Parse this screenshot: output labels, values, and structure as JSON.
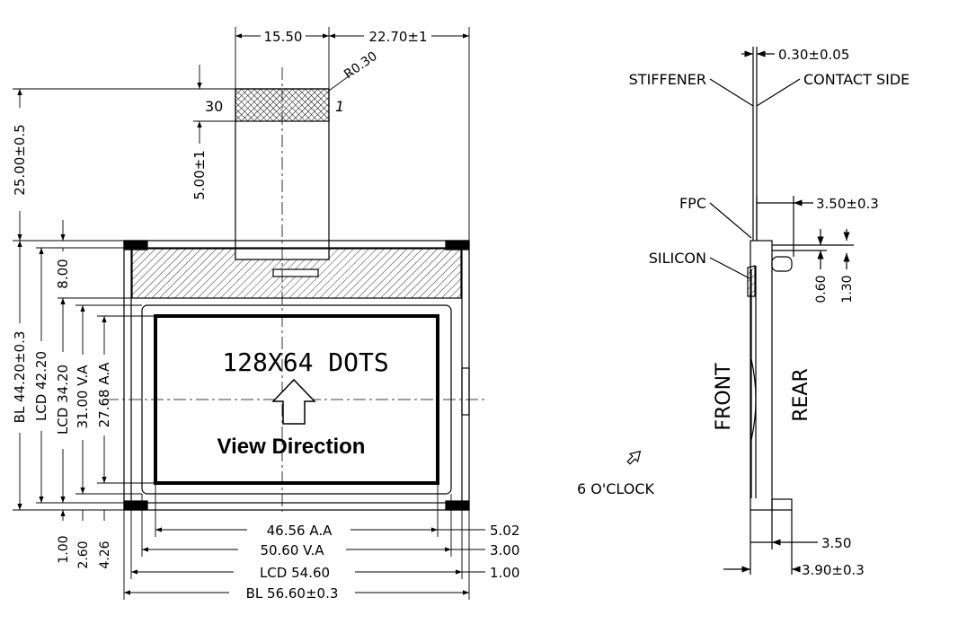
{
  "drawing": {
    "screen_text": "128X64 DOTS",
    "view_direction": "View Direction",
    "clock_label": "6 O'CLOCK",
    "front_label": "FRONT",
    "rear_label": "REAR",
    "stiffener_label": "STIFFENER",
    "contact_side_label": "CONTACT SIDE",
    "fpc_label": "FPC",
    "silicon_label": "SILICON",
    "pin_30": "30",
    "pin_1": "1",
    "radius": "R0.30"
  },
  "dimensions": {
    "top_fpc_width": "15.50",
    "top_offset": "22.70±1",
    "tail_height": "25.00±0.5",
    "tab_height": "5.00±1",
    "bl_height": "BL 44.20±0.3",
    "lcd_height": "LCD 42.20",
    "lcd_inner": "LCD 34.20",
    "va_height": "31.00 V.A",
    "aa_height": "27.68 A.A",
    "top_band": "8.00",
    "left_1": "1.00",
    "left_2": "2.60",
    "left_3": "4.26",
    "aa_width": "46.56 A.A",
    "va_width": "50.60 V.A",
    "lcd_width": "LCD 54.60",
    "bl_width": "BL 56.60±0.3",
    "right_1": "5.02",
    "right_2": "3.00",
    "right_3": "1.00",
    "side_fpc_thick": "0.30±0.05",
    "side_fpc_offset": "3.50±0.3",
    "side_060": "0.60",
    "side_130": "1.30",
    "side_350": "3.50",
    "side_390": "3.90±0.3"
  }
}
